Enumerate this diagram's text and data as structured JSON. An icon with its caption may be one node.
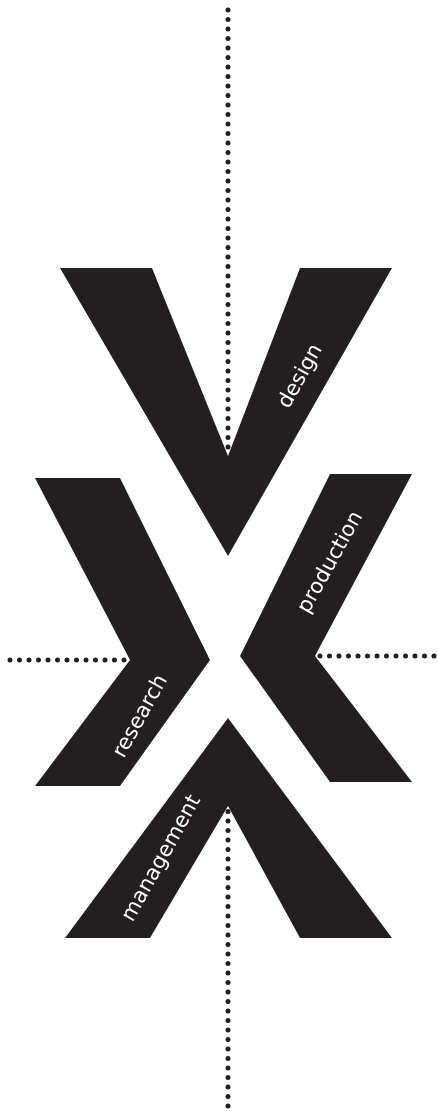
{
  "diagram": {
    "nodes": [
      {
        "text": [
          "design"
        ]
      },
      {
        "text": [
          "research"
        ]
      },
      {
        "text": [
          "production"
        ]
      },
      {
        "text": [
          "management"
        ]
      }
    ],
    "edges": [
      {
        "from": null,
        "to": 0,
        "arrow": "none",
        "style": "dashed"
      },
      {
        "from": null,
        "to": 1,
        "arrow": "none",
        "style": "dashed"
      },
      {
        "from": null,
        "to": 2,
        "arrow": "none",
        "style": "dashed"
      },
      {
        "from": null,
        "to": 3,
        "arrow": "none",
        "style": "dashed"
      }
    ]
  }
}
